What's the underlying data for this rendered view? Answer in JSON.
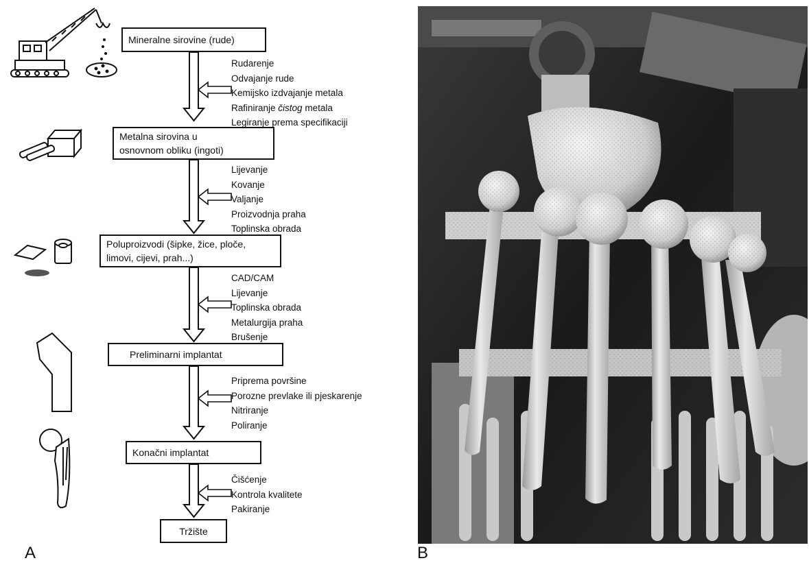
{
  "panel_labels": {
    "a": "A",
    "b": "B"
  },
  "flow": {
    "stages": [
      "Mineralne sirovine (rude)",
      "Metalna sirovina u osnovnom obliku (ingoti)",
      "Poluproizvodi (šipke, žice, ploče, limovi, cijevi, prah...)",
      "Preliminarni implantat",
      "Konačni implantat",
      "Tržište"
    ],
    "stage_lines": {
      "s2a": "Metalna sirovina u",
      "s2b": "osnovnom obliku (ingoti)",
      "s3a": "Poluproizvodi (šipke, žice, ploče,",
      "s3b": "limovi, cijevi, prah...)"
    },
    "processes": {
      "g1": [
        "Rudarenje",
        "Odvajanje rude",
        "Kemijsko izdvajanje metala"
      ],
      "g1_rafin_pre": "Rafiniranje ",
      "g1_rafin_em": "čistog",
      "g1_rafin_post": " metala",
      "g1_last": "Legiranje prema specifikaciji",
      "g2": [
        "Lijevanje",
        "Kovanje",
        "Valjanje",
        "Proizvodnja praha",
        "Toplinska obrada"
      ],
      "g3": [
        "CAD/CAM",
        "Lijevanje",
        "Toplinska obrada",
        "Metalurgija praha",
        "Brušenje"
      ],
      "g4": [
        "Priprema površine",
        "Porozne prevlake ili pjeskarenje",
        "Nitriranje",
        "Poliranje"
      ],
      "g5": [
        "Čišćenje",
        "Kontrola kvalitete",
        "Pakiranje"
      ]
    }
  },
  "icons": [
    "crane-icon",
    "ingots-icon",
    "semi-products-icon",
    "preliminary-implant-icon",
    "hip-implant-icon"
  ],
  "photo": {
    "subject": "cast hip implant stems on casting tree"
  }
}
